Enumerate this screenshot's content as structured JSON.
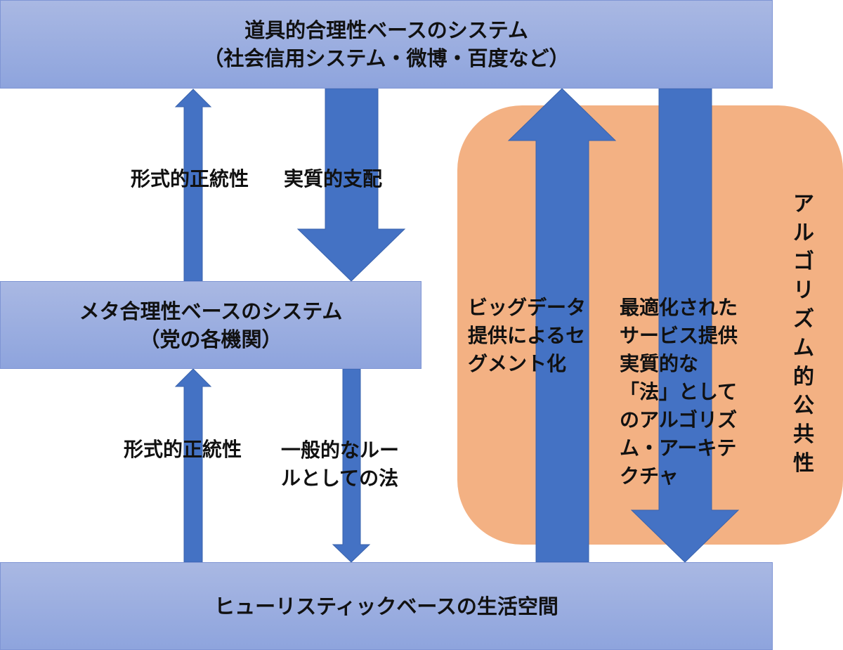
{
  "top_box": {
    "line1": "道具的合理性ベースのシステム",
    "line2": "（社会信用システム・微博・百度など）"
  },
  "middle_box": {
    "line1": "メタ合理性ベースのシステム",
    "line2": "（党の各機関）"
  },
  "bottom_box": {
    "line1": "ヒューリスティックベースの生活空間"
  },
  "upper_left": {
    "formal_legitimacy": "形式的正統性",
    "substantive_control": "実質的支配"
  },
  "lower_left": {
    "formal_legitimacy": "形式的正統性",
    "general_rule_line1": "一般的なルー",
    "general_rule_line2": "ルとしての法"
  },
  "right_region": {
    "big_data_lines": [
      "ビッグデータ",
      "提供によるセ",
      "グメント化"
    ],
    "optimized_lines": [
      "最適化された",
      "サービス提供",
      "実質的な",
      "「法」として",
      "のアルゴリズ",
      "ム・アーキテ",
      "クチャ"
    ],
    "vertical_label": "アルゴリズム的公共性"
  },
  "colors": {
    "box_fill": "#93a8de",
    "arrow_fill": "#4472c4",
    "region_fill": "#f3b183"
  }
}
